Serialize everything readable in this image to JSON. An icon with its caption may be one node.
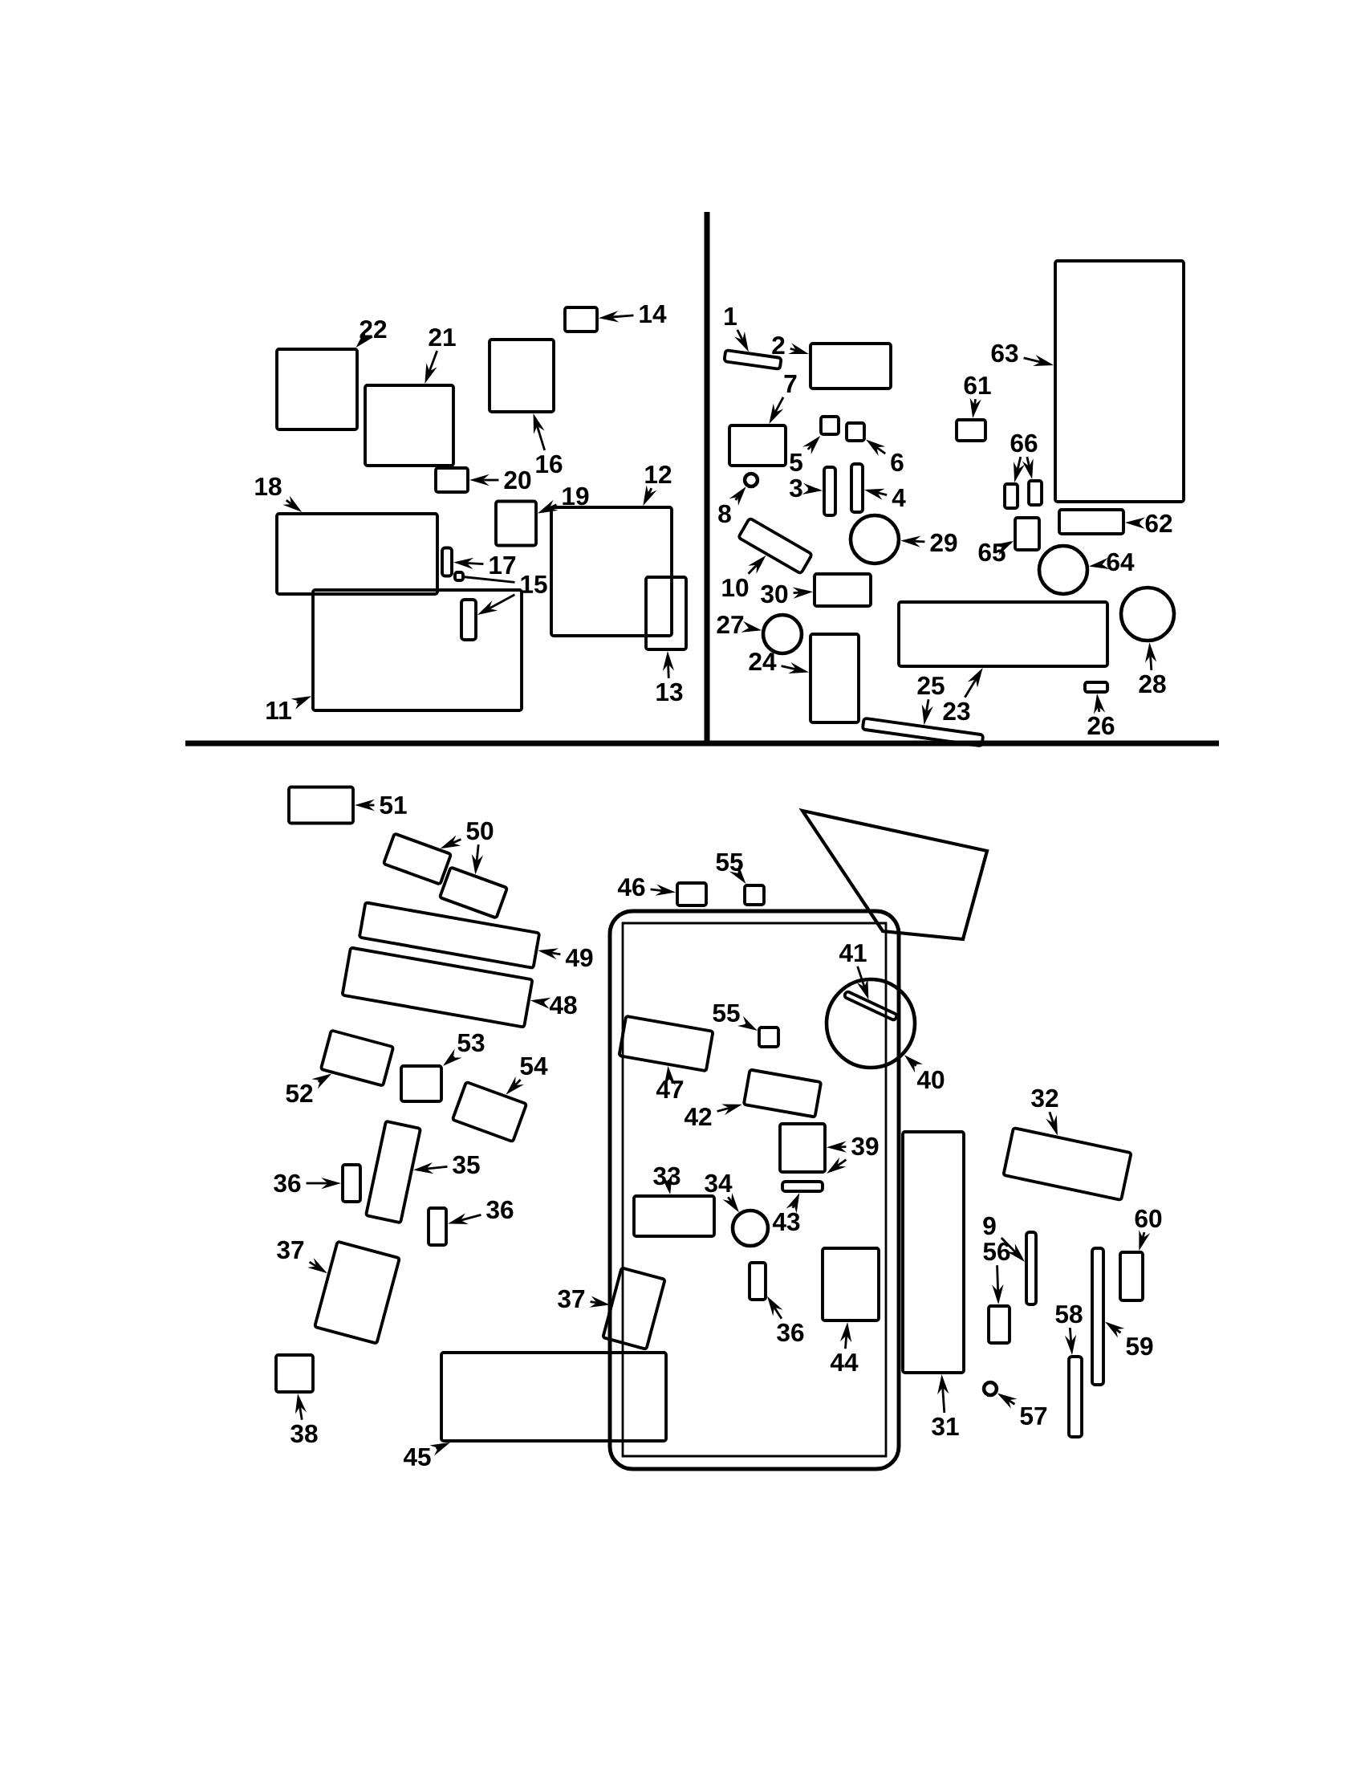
{
  "diagram": {
    "nodes": [
      {
        "text": [
          "22"
        ]
      },
      {
        "text": [],
        "shape": "box"
      },
      {
        "text": [
          "21"
        ]
      },
      {
        "text": [],
        "shape": "box"
      },
      {
        "text": [
          "14"
        ]
      },
      {
        "text": [],
        "shape": "box"
      },
      {
        "text": [
          "16"
        ]
      },
      {
        "text": [],
        "shape": "box"
      },
      {
        "text": [
          "20"
        ]
      },
      {
        "text": [],
        "shape": "box"
      },
      {
        "text": [
          "18"
        ]
      },
      {
        "text": [],
        "shape": "box"
      },
      {
        "text": [
          "12"
        ]
      },
      {
        "text": [],
        "shape": "box"
      },
      {
        "text": [
          "19"
        ]
      },
      {
        "text": [],
        "shape": "box"
      },
      {
        "text": [
          "11"
        ]
      },
      {
        "text": [],
        "shape": "box"
      },
      {
        "text": [
          "17"
        ]
      },
      {
        "text": [],
        "shape": "bar"
      },
      {
        "text": [
          "15"
        ]
      },
      {
        "text": [],
        "shape": "box"
      },
      {
        "text": [],
        "shape": "bar",
        "in": 17
      },
      {
        "text": [
          "13"
        ]
      },
      {
        "text": [],
        "shape": "box"
      },
      {
        "text": [
          "1"
        ]
      },
      {
        "text": [],
        "shape": "bar"
      },
      {
        "text": [
          "2"
        ]
      },
      {
        "text": [],
        "shape": "box"
      },
      {
        "text": [
          "7"
        ]
      },
      {
        "text": [],
        "shape": "box"
      },
      {
        "text": [
          "5"
        ]
      },
      {
        "text": [],
        "shape": "box"
      },
      {
        "text": [
          "6"
        ]
      },
      {
        "text": [],
        "shape": "box"
      },
      {
        "text": [
          "3"
        ]
      },
      {
        "text": [],
        "shape": "bar"
      },
      {
        "text": [
          "4"
        ]
      },
      {
        "text": [],
        "shape": "bar"
      },
      {
        "text": [
          "8"
        ]
      },
      {
        "text": [],
        "shape": "circle"
      },
      {
        "text": [
          "10"
        ]
      },
      {
        "text": [],
        "shape": "bar"
      },
      {
        "text": [
          "30"
        ]
      },
      {
        "text": [],
        "shape": "box"
      },
      {
        "text": [
          "29"
        ]
      },
      {
        "text": [],
        "shape": "circle"
      },
      {
        "text": [
          "27"
        ]
      },
      {
        "text": [],
        "shape": "circle"
      },
      {
        "text": [
          "24"
        ]
      },
      {
        "text": [],
        "shape": "box"
      },
      {
        "text": [
          "25"
        ]
      },
      {
        "text": [],
        "shape": "bar"
      },
      {
        "text": [
          "23"
        ]
      },
      {
        "text": [],
        "shape": "box"
      },
      {
        "text": [
          "26"
        ]
      },
      {
        "text": [],
        "shape": "box"
      },
      {
        "text": [
          "28"
        ]
      },
      {
        "text": [],
        "shape": "circle"
      },
      {
        "text": [
          "63"
        ]
      },
      {
        "text": [],
        "shape": "box"
      },
      {
        "text": [
          "61"
        ]
      },
      {
        "text": [],
        "shape": "box"
      },
      {
        "text": [
          "66"
        ]
      },
      {
        "text": [],
        "shape": "box"
      },
      {
        "text": [],
        "shape": "box"
      },
      {
        "text": [
          "65"
        ]
      },
      {
        "text": [],
        "shape": "box"
      },
      {
        "text": [
          "62"
        ]
      },
      {
        "text": [],
        "shape": "box"
      },
      {
        "text": [
          "64"
        ]
      },
      {
        "text": [],
        "shape": "circle"
      },
      {
        "text": [
          "51"
        ]
      },
      {
        "text": [],
        "shape": "box"
      },
      {
        "text": [
          "50"
        ]
      },
      {
        "text": [],
        "shape": "box"
      },
      {
        "text": [],
        "shape": "box"
      },
      {
        "text": [
          "49"
        ]
      },
      {
        "text": [],
        "shape": "box"
      },
      {
        "text": [
          "48"
        ]
      },
      {
        "text": [],
        "shape": "box"
      },
      {
        "text": [
          "52"
        ]
      },
      {
        "text": [],
        "shape": "box"
      },
      {
        "text": [
          "53"
        ]
      },
      {
        "text": [],
        "shape": "box"
      },
      {
        "text": [
          "54"
        ]
      },
      {
        "text": [],
        "shape": "box"
      },
      {
        "text": [
          "35"
        ]
      },
      {
        "text": [],
        "shape": "box"
      },
      {
        "text": [
          "36"
        ]
      },
      {
        "text": [],
        "shape": "box"
      },
      {
        "text": [
          "36"
        ]
      },
      {
        "text": [],
        "shape": "box"
      },
      {
        "text": [
          "37"
        ]
      },
      {
        "text": [],
        "shape": "box"
      },
      {
        "text": [
          "38"
        ]
      },
      {
        "text": [],
        "shape": "box"
      },
      {
        "text": [
          "45"
        ]
      },
      {
        "text": [],
        "shape": "box"
      },
      {
        "text": [
          "46"
        ]
      },
      {
        "text": [],
        "shape": "box"
      },
      {
        "text": [
          "55"
        ]
      },
      {
        "text": [],
        "shape": "box"
      },
      {
        "text": [
          "47"
        ]
      },
      {
        "text": [],
        "shape": "box"
      },
      {
        "text": [
          "55"
        ]
      },
      {
        "text": [],
        "shape": "box"
      },
      {
        "text": [
          "40"
        ]
      },
      {
        "text": [],
        "shape": "circle"
      },
      {
        "text": [
          "41"
        ]
      },
      {
        "text": [],
        "shape": "bar",
        "in": 108
      },
      {
        "text": [
          "42"
        ]
      },
      {
        "text": [],
        "shape": "box"
      },
      {
        "text": [
          "39"
        ]
      },
      {
        "text": [],
        "shape": "box"
      },
      {
        "text": [
          "43"
        ]
      },
      {
        "text": [],
        "shape": "bar"
      },
      {
        "text": [
          "33"
        ]
      },
      {
        "text": [],
        "shape": "box"
      },
      {
        "text": [
          "34"
        ]
      },
      {
        "text": [],
        "shape": "circle"
      },
      {
        "text": [
          "37"
        ]
      },
      {
        "text": [],
        "shape": "box"
      },
      {
        "text": [
          "36"
        ]
      },
      {
        "text": [],
        "shape": "box"
      },
      {
        "text": [
          "44"
        ]
      },
      {
        "text": [],
        "shape": "box"
      },
      {
        "text": [
          "31"
        ]
      },
      {
        "text": [],
        "shape": "box"
      },
      {
        "text": [
          "32"
        ]
      },
      {
        "text": [],
        "shape": "box"
      },
      {
        "text": [
          "9"
        ]
      },
      {
        "text": [],
        "shape": "bar"
      },
      {
        "text": [
          "56"
        ]
      },
      {
        "text": [],
        "shape": "box"
      },
      {
        "text": [
          "57"
        ]
      },
      {
        "text": [],
        "shape": "circle"
      },
      {
        "text": [
          "58"
        ]
      },
      {
        "text": [],
        "shape": "bar"
      },
      {
        "text": [
          "59"
        ]
      },
      {
        "text": [],
        "shape": "bar"
      },
      {
        "text": [
          "60"
        ]
      },
      {
        "text": [],
        "shape": "box"
      }
    ],
    "edges": [
      {
        "from": 0,
        "to": 1,
        "arrow": "to"
      },
      {
        "from": 2,
        "to": 3,
        "arrow": "to"
      },
      {
        "from": 4,
        "to": 5,
        "arrow": "to"
      },
      {
        "from": 6,
        "to": 7,
        "arrow": "to"
      },
      {
        "from": 8,
        "to": 9,
        "arrow": "to"
      },
      {
        "from": 10,
        "to": 11,
        "arrow": "to"
      },
      {
        "from": 12,
        "to": 13,
        "arrow": "to"
      },
      {
        "from": 14,
        "to": 15,
        "arrow": "to"
      },
      {
        "from": 16,
        "to": 17,
        "arrow": "to"
      },
      {
        "from": 18,
        "to": 19,
        "arrow": "to"
      },
      {
        "from": 20,
        "to": 21,
        "arrow": "none"
      },
      {
        "from": 20,
        "to": 22,
        "arrow": "to"
      },
      {
        "from": 23,
        "to": 24,
        "arrow": "to"
      },
      {
        "from": 25,
        "to": 26,
        "arrow": "to"
      },
      {
        "from": 27,
        "to": 28,
        "arrow": "to"
      },
      {
        "from": 29,
        "to": 30,
        "arrow": "to"
      },
      {
        "from": 31,
        "to": 32,
        "arrow": "to"
      },
      {
        "from": 33,
        "to": 34,
        "arrow": "to"
      },
      {
        "from": 35,
        "to": 36,
        "arrow": "to"
      },
      {
        "from": 37,
        "to": 38,
        "arrow": "to"
      },
      {
        "from": 39,
        "to": 40,
        "arrow": "to"
      },
      {
        "from": 41,
        "to": 42,
        "arrow": "to"
      },
      {
        "from": 43,
        "to": 44,
        "arrow": "to"
      },
      {
        "from": 45,
        "to": 46,
        "arrow": "to"
      },
      {
        "from": 47,
        "to": 48,
        "arrow": "to"
      },
      {
        "from": 49,
        "to": 50,
        "arrow": "to"
      },
      {
        "from": 51,
        "to": 52,
        "arrow": "to"
      },
      {
        "from": 53,
        "to": 54,
        "arrow": "to"
      },
      {
        "from": 55,
        "to": 56,
        "arrow": "to"
      },
      {
        "from": 57,
        "to": 58,
        "arrow": "to"
      },
      {
        "from": 59,
        "to": 60,
        "arrow": "to"
      },
      {
        "from": 61,
        "to": 62,
        "arrow": "to"
      },
      {
        "from": 63,
        "to": 64,
        "arrow": "to"
      },
      {
        "from": 63,
        "to": 65,
        "arrow": "to"
      },
      {
        "from": 66,
        "to": 67,
        "arrow": "to"
      },
      {
        "from": 68,
        "to": 69,
        "arrow": "to"
      },
      {
        "from": 70,
        "to": 71,
        "arrow": "to"
      },
      {
        "from": 72,
        "to": 73,
        "arrow": "to"
      },
      {
        "from": 74,
        "to": 75,
        "arrow": "to"
      },
      {
        "from": 74,
        "to": 76,
        "arrow": "to"
      },
      {
        "from": 77,
        "to": 78,
        "arrow": "to"
      },
      {
        "from": 79,
        "to": 80,
        "arrow": "to"
      },
      {
        "from": 81,
        "to": 82,
        "arrow": "to"
      },
      {
        "from": 83,
        "to": 84,
        "arrow": "to"
      },
      {
        "from": 85,
        "to": 86,
        "arrow": "to"
      },
      {
        "from": 87,
        "to": 88,
        "arrow": "to"
      },
      {
        "from": 89,
        "to": 90,
        "arrow": "to"
      },
      {
        "from": 91,
        "to": 92,
        "arrow": "to"
      },
      {
        "from": 93,
        "to": 94,
        "arrow": "to"
      },
      {
        "from": 95,
        "to": 96,
        "arrow": "to"
      },
      {
        "from": 97,
        "to": 98,
        "arrow": "to"
      },
      {
        "from": 99,
        "to": 100,
        "arrow": "to"
      },
      {
        "from": 101,
        "to": 102,
        "arrow": "to"
      },
      {
        "from": 103,
        "to": 104,
        "arrow": "to"
      },
      {
        "from": 105,
        "to": 106,
        "arrow": "to"
      },
      {
        "from": 107,
        "to": 108,
        "arrow": "to"
      },
      {
        "from": 109,
        "to": 110,
        "arrow": "to"
      },
      {
        "from": 111,
        "to": 112,
        "arrow": "to"
      },
      {
        "from": 113,
        "to": 114,
        "arrow": "to"
      },
      {
        "from": 113,
        "to": 114,
        "arrow": "to"
      },
      {
        "from": 115,
        "to": 116,
        "arrow": "to"
      },
      {
        "from": 117,
        "to": 118,
        "arrow": "to"
      },
      {
        "from": 119,
        "to": 120,
        "arrow": "to"
      },
      {
        "from": 121,
        "to": 122,
        "arrow": "to"
      },
      {
        "from": 123,
        "to": 124,
        "arrow": "to"
      },
      {
        "from": 125,
        "to": 126,
        "arrow": "to"
      },
      {
        "from": 127,
        "to": 128,
        "arrow": "to"
      },
      {
        "from": 129,
        "to": 130,
        "arrow": "to"
      },
      {
        "from": 131,
        "to": 132,
        "arrow": "to"
      },
      {
        "from": 133,
        "to": 134,
        "arrow": "to"
      },
      {
        "from": 135,
        "to": 136,
        "arrow": "to"
      },
      {
        "from": 137,
        "to": 138,
        "arrow": "to"
      },
      {
        "from": 139,
        "to": 140,
        "arrow": "to"
      },
      {
        "from": 141,
        "to": 142,
        "arrow": "to"
      }
    ]
  }
}
